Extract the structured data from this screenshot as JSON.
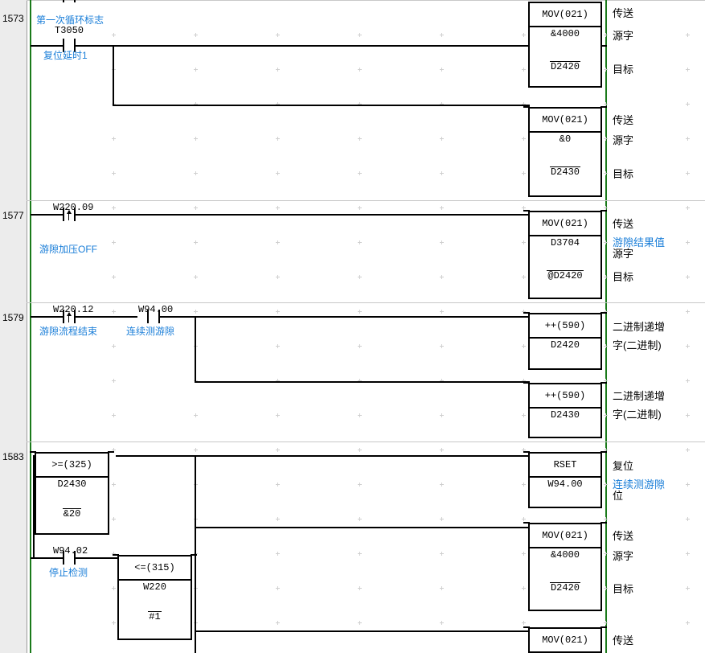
{
  "app": {
    "type": "plc-ladder-editor",
    "rail_color": "#1a7a1a",
    "comment_color": "#1a7ed8",
    "wire_color": "#000000"
  },
  "rungs": [
    {
      "number": "1573",
      "contacts": [
        {
          "name": "T3050",
          "comment_above": "第一次循环标志",
          "comment_below": "复位延时1",
          "type": "contact-up-differentiated"
        }
      ],
      "instructions": [
        {
          "header": "MOV(021)",
          "operands": [
            "&4000",
            "D2420"
          ],
          "overline": [
            false,
            true
          ],
          "descriptions": [
            "传送",
            "源字",
            "目标"
          ]
        },
        {
          "header": "MOV(021)",
          "operands": [
            "&0",
            "D2430"
          ],
          "overline": [
            false,
            true
          ],
          "descriptions": [
            "传送",
            "源字",
            "目标"
          ]
        }
      ]
    },
    {
      "number": "1577",
      "contacts": [
        {
          "name": "W220.09",
          "comment_below": "游隙加压OFF",
          "type": "contact-up-differentiated"
        }
      ],
      "instructions": [
        {
          "header": "MOV(021)",
          "operands": [
            "D3704",
            "@D2420"
          ],
          "overline": [
            false,
            true
          ],
          "descriptions": [
            "传送",
            "游隙结果值",
            "源字",
            "目标"
          ]
        }
      ]
    },
    {
      "number": "1579",
      "contacts": [
        {
          "name": "W220.12",
          "comment_below": "游隙流程结束",
          "type": "contact-up-differentiated"
        },
        {
          "name": "W94.00",
          "comment_below": "连续测游隙",
          "type": "contact-no"
        }
      ],
      "instructions": [
        {
          "header": "++(590)",
          "operands": [
            "D2420"
          ],
          "overline": [
            false
          ],
          "descriptions": [
            "二进制递增",
            "字(二进制)"
          ]
        },
        {
          "header": "++(590)",
          "operands": [
            "D2430"
          ],
          "overline": [
            false
          ],
          "descriptions": [
            "二进制递增",
            "字(二进制)"
          ]
        }
      ]
    },
    {
      "number": "1583",
      "compare_boxes": [
        {
          "header": ">=(325)",
          "operands": [
            "D2430",
            "&20"
          ],
          "overline": [
            false,
            true
          ]
        },
        {
          "header": "<=(315)",
          "operands": [
            "W220",
            "#1"
          ],
          "overline": [
            false,
            true
          ]
        }
      ],
      "contacts": [
        {
          "name": "W94.02",
          "comment_below": "停止检测",
          "type": "contact-no"
        }
      ],
      "instructions": [
        {
          "header": "RSET",
          "operands": [
            "W94.00"
          ],
          "overline": [
            false
          ],
          "descriptions": [
            "复位",
            "连续测游隙",
            "位"
          ]
        },
        {
          "header": "MOV(021)",
          "operands": [
            "&4000",
            "D2420"
          ],
          "overline": [
            false,
            true
          ],
          "descriptions": [
            "传送",
            "源字",
            "目标"
          ]
        },
        {
          "header": "MOV(021)",
          "operands": [],
          "overline": [],
          "descriptions": [
            "传送"
          ]
        }
      ]
    }
  ],
  "partial_top_contact": {
    "name": "",
    "comment_below": "第一次循环标志"
  }
}
